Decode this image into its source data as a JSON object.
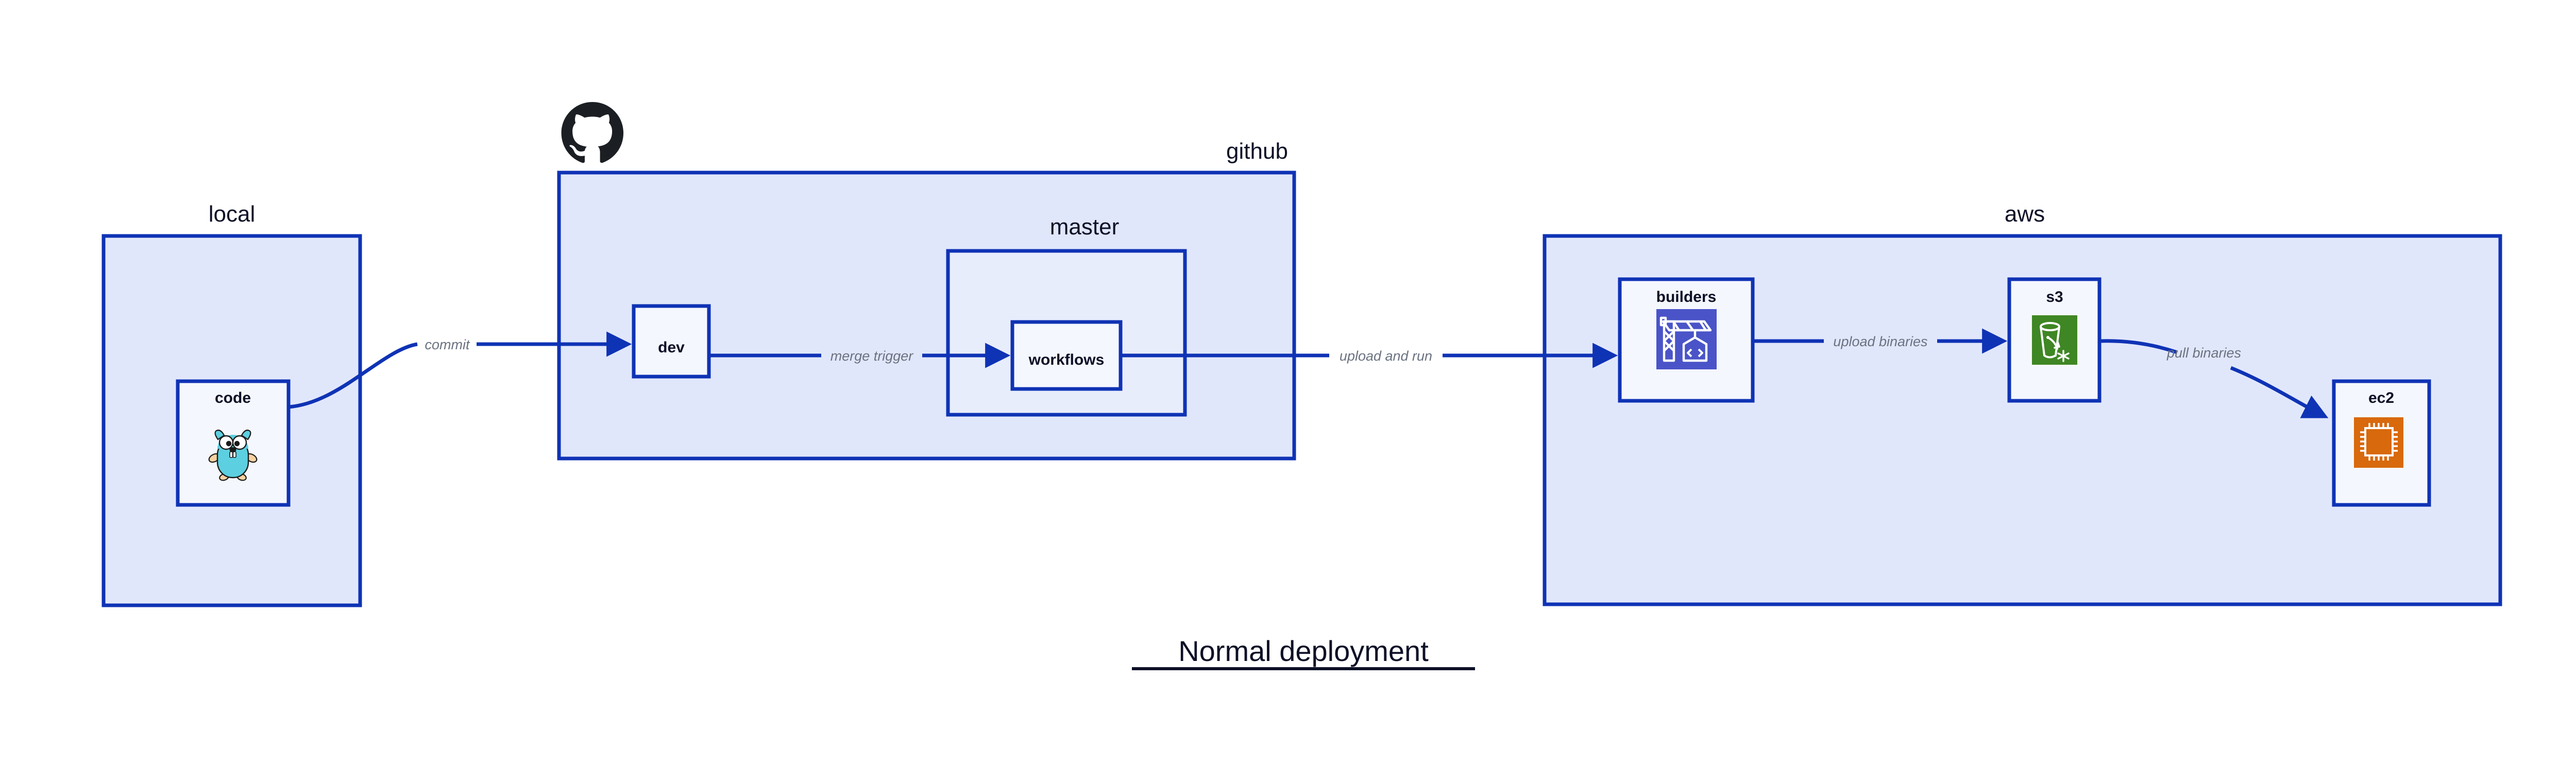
{
  "diagram": {
    "title": "Normal deployment",
    "clusters": [
      {
        "id": "local",
        "label": "local"
      },
      {
        "id": "github",
        "label": "github"
      },
      {
        "id": "master",
        "label": "master"
      },
      {
        "id": "aws",
        "label": "aws"
      }
    ],
    "nodes": [
      {
        "id": "code",
        "label": "code",
        "icon": "go-gopher-icon"
      },
      {
        "id": "dev",
        "label": "dev",
        "icon": "none"
      },
      {
        "id": "workflows",
        "label": "workflows",
        "icon": "none"
      },
      {
        "id": "builders",
        "label": "builders",
        "icon": "aws-codebuild-crane-icon"
      },
      {
        "id": "s3",
        "label": "s3",
        "icon": "aws-s3-bucket-icon"
      },
      {
        "id": "ec2",
        "label": "ec2",
        "icon": "aws-ec2-chip-icon"
      }
    ],
    "edges": [
      {
        "from": "code",
        "to": "dev",
        "label": "commit"
      },
      {
        "from": "dev",
        "to": "workflows",
        "label": "merge trigger"
      },
      {
        "from": "workflows",
        "to": "builders",
        "label": "upload and run"
      },
      {
        "from": "builders",
        "to": "s3",
        "label": "upload binaries"
      },
      {
        "from": "s3",
        "to": "ec2",
        "label": "pull binaries"
      }
    ],
    "logos": [
      {
        "id": "github-octocat",
        "icon": "github-octocat-icon"
      }
    ],
    "colors": {
      "accent_border": "#0f33b5",
      "cluster_fill": "#e1e7fb",
      "node_fill": "#f5f7fe",
      "edge_label": "#6b7280",
      "text": "#0d1026",
      "codebuild_indigo": "#4a54c8",
      "s3_green": "#3f8624",
      "ec2_orange": "#d8690c",
      "gopher_cyan": "#5ccfe0",
      "octocat_black": "#1b1f23"
    }
  }
}
